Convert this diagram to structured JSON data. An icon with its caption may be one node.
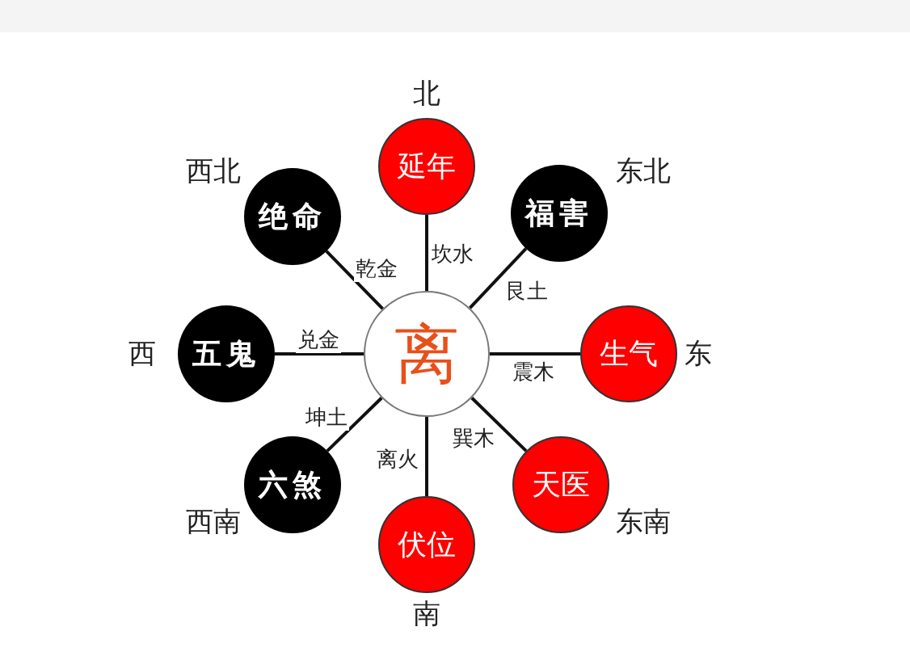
{
  "diagram": {
    "nodes": [
      {
        "text": [
          "离"
        ]
      },
      {
        "text": [
          "延年"
        ],
        "beside": [
          "北"
        ]
      },
      {
        "text": [
          "福害"
        ],
        "beside": [
          "东北"
        ]
      },
      {
        "text": [
          "生气"
        ],
        "beside": [
          "东"
        ]
      },
      {
        "text": [
          "天医"
        ],
        "beside": [
          "东南"
        ]
      },
      {
        "text": [
          "伏位"
        ],
        "beside": [
          "南"
        ]
      },
      {
        "text": [
          "六煞"
        ],
        "beside": [
          "西南"
        ]
      },
      {
        "text": [
          "五鬼"
        ],
        "beside": [
          "西"
        ]
      },
      {
        "text": [
          "绝命"
        ],
        "beside": [
          "西北"
        ]
      }
    ],
    "edges": [
      {
        "from": 0,
        "to": 1,
        "arrow": "none",
        "label": "坎水"
      },
      {
        "from": 0,
        "to": 2,
        "arrow": "none",
        "label": "艮土"
      },
      {
        "from": 0,
        "to": 3,
        "arrow": "none",
        "label": "震木"
      },
      {
        "from": 0,
        "to": 4,
        "arrow": "none",
        "label": "巽木"
      },
      {
        "from": 0,
        "to": 5,
        "arrow": "none",
        "label": "离火"
      },
      {
        "from": 0,
        "to": 6,
        "arrow": "none",
        "label": "坤土"
      },
      {
        "from": 0,
        "to": 7,
        "arrow": "none",
        "label": "兑金"
      },
      {
        "from": 0,
        "to": 8,
        "arrow": "none",
        "label": "乾金"
      }
    ]
  }
}
